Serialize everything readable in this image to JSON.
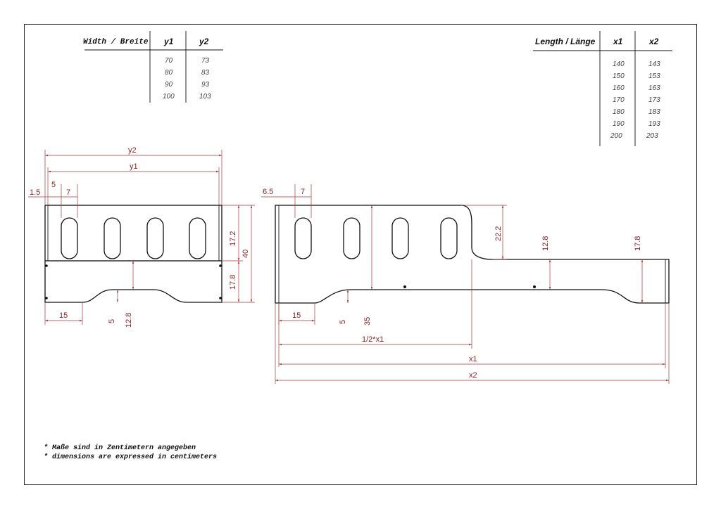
{
  "width_table": {
    "header": "Width / Breite",
    "col1": "y1",
    "col2": "y2",
    "rows": [
      [
        "70",
        "73"
      ],
      [
        "80",
        "83"
      ],
      [
        "90",
        "93"
      ],
      [
        "100",
        "103"
      ]
    ]
  },
  "length_table": {
    "header": "Length / Länge",
    "col1": "x1",
    "col2": "x2",
    "rows": [
      [
        "140",
        "143"
      ],
      [
        "150",
        "153"
      ],
      [
        "160",
        "163"
      ],
      [
        "170",
        "173"
      ],
      [
        "180",
        "183"
      ],
      [
        "190",
        "193"
      ],
      [
        "200",
        "203"
      ]
    ]
  },
  "left_drawing": {
    "dim_y2": "y2",
    "dim_y1": "y1",
    "dim_1_5": "1.5",
    "dim_5": "5",
    "dim_7": "7",
    "dim_17_2": "17.2",
    "dim_40": "40",
    "dim_17_8": "17.8",
    "dim_15": "15",
    "dim_5_bottom": "5",
    "dim_12_8": "12.8"
  },
  "right_drawing": {
    "dim_6_5": "6.5",
    "dim_7": "7",
    "dim_22_2": "22.2",
    "dim_12_8": "12.8",
    "dim_17_8": "17.8",
    "dim_15": "15",
    "dim_5": "5",
    "dim_35": "35",
    "dim_half_x1": "1/2*x1",
    "dim_x1": "x1",
    "dim_x2": "x2"
  },
  "notes": {
    "line1": "* Maße sind in Zentimetern angegeben",
    "line2": "* dimensions are expressed in centimeters"
  },
  "colors": {
    "dimension": "#8a1f1f",
    "outline": "#111111"
  }
}
